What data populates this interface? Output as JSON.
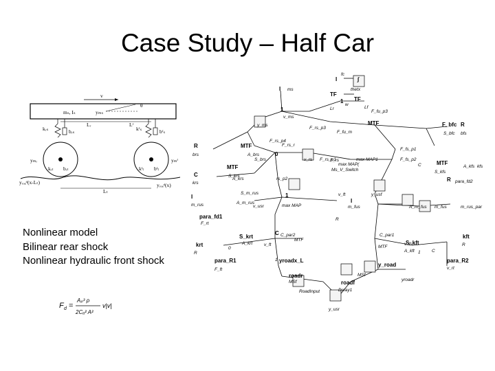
{
  "slide": {
    "title": "Case Study – Half Car",
    "bullets": [
      "Nonlinear model",
      "Bilinear rear shock",
      "Nonlinear hydraulic front shock"
    ]
  },
  "car_diagram": {
    "labels": {
      "v": "v",
      "theta": "θ",
      "body": "mₛ, Iₛ",
      "y_ms": "yₘₛ",
      "L_r": "Lᵣ",
      "L_f": "Lᶠ",
      "k_rs": "kᵣₛ",
      "b_rs": "bᵣₛ",
      "k_fs": "kᶠₛ",
      "b_fs": "bᶠₛ",
      "y_mr": "yₘᵣ",
      "y_mf": "yₘᶠ",
      "k_rt": "kᵣₜ",
      "b_rt": "bᵣₜ",
      "k_ft": "kᶠₜ",
      "b_ft": "bᶠₜ",
      "y_road_rear": "yᵣₒₐᵈ(x-Lₜ)",
      "y_road_front": "yᵣₒₐᵈ(x)",
      "L_t": "Lₜ"
    }
  },
  "formula": {
    "lhs": "F",
    "lhs_sub": "d",
    "eq": "=",
    "num": "Aₚ³ ρ",
    "den": "2Cₐ² A²",
    "tail": "v|v|"
  },
  "bond_graph": {
    "labels": [
      "I",
      "fc",
      "∫",
      "thetx",
      "TF",
      "TF",
      "1",
      "w",
      "Lr",
      "Lf",
      "F_fu_p3",
      "I",
      "ms",
      "1",
      "v_ms",
      "y_ms",
      "F_rs_p3",
      "F_fu_m",
      "MTF",
      "F_bfc",
      "S_bfc",
      "R",
      "bfs",
      "MTF",
      "A_brs",
      "S_brs",
      "R",
      "brs",
      "0",
      "F_rs_p4",
      "F_rs_r",
      "v_rs",
      "F_rs_p1",
      "F_rs",
      "F_fs_p1",
      "F_fs_p2",
      "max MAP(",
      "MTF",
      "S_kfs",
      "A_kfs",
      "kfs",
      "MTF",
      "S_krs",
      "A_krs",
      "krs",
      "C",
      "C",
      "rs_p2",
      "Ms_V_Switch",
      "max MAP1",
      "y_usf",
      "S_m_rus",
      "1",
      "R",
      "para_fd2",
      "I",
      "m_rus",
      "A_m_rus",
      "v_usr",
      "I",
      "m_fus",
      "A_m_fus",
      "m_fus",
      "m_rus_par",
      "max MAP",
      "R",
      "para_fd1",
      "F_rt",
      "C_par2",
      "MTF",
      "S_krt",
      "A_krt",
      "0",
      "C",
      "krt",
      "R",
      "para_R1",
      "F_ft",
      "C_par1",
      "MTF",
      "S_kft",
      "A_kft",
      "C",
      "kft",
      "R",
      "para_R2",
      "v_rt",
      "v_ft",
      "1",
      "yroadx_L",
      "1",
      "y_road",
      "yroadr",
      "MSf",
      "roadr",
      "MSf",
      "roadf",
      "Delay1",
      "RoadInput",
      "y_usr",
      "v_ft",
      "v_fs"
    ]
  }
}
